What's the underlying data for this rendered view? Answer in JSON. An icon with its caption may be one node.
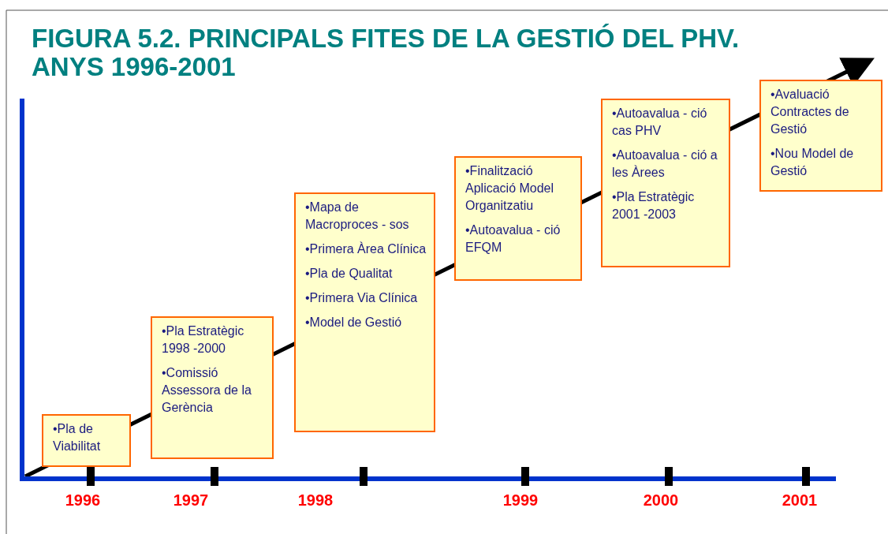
{
  "diagram": {
    "title": "FIGURA 5.2. PRINCIPALS FITES DE LA GESTIÓ DEL PHV. ANYS 1996-2001",
    "nodes": [
      {
        "text": [
          "•Pla de Viabilitat"
        ]
      },
      {
        "text": [
          "•Pla Estratègic 1998 -2000",
          "•Comissió Assessora de la Gerència"
        ]
      },
      {
        "text": [
          "•Mapa de Macroproces - sos",
          "•Primera Àrea Clínica",
          "•Pla de Qualitat",
          "•Primera Via Clínica",
          "•Model de Gestió"
        ]
      },
      {
        "text": [
          "•Finalització Aplicació Model Organitzatiu",
          "•Autoavalua - ció EFQM"
        ]
      },
      {
        "text": [
          "•Autoavalua - ció cas PHV",
          "•Autoavalua - ció a les Àrees",
          "•Pla Estratègic 2001 -2003"
        ]
      },
      {
        "text": [
          "•Avaluació Contractes de Gestió",
          "•Nou Model de Gestió"
        ]
      }
    ],
    "edges": [],
    "labels": [
      "1996",
      "1997",
      "1998",
      "1999",
      "2000",
      "2001"
    ]
  }
}
